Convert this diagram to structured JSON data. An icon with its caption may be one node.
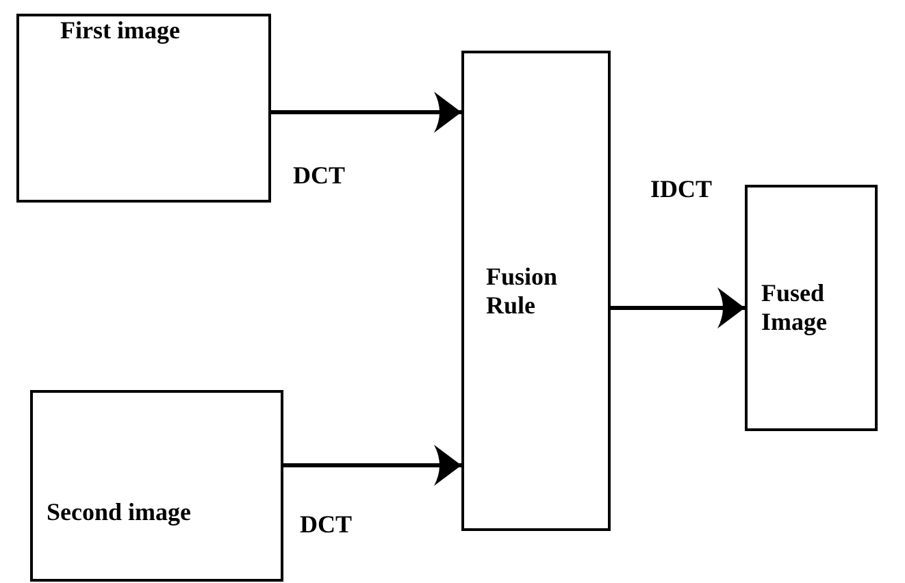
{
  "diagram": {
    "nodes": [
      {
        "text": [
          "First image"
        ]
      },
      {
        "text": [
          "Second image"
        ]
      },
      {
        "text": [
          "Fusion Rule"
        ]
      },
      {
        "text": [
          "Fused Image"
        ]
      }
    ],
    "edges": [
      {
        "from": 0,
        "to": 2,
        "arrow": "to",
        "label": "DCT"
      },
      {
        "from": 1,
        "to": 2,
        "arrow": "to",
        "label": "DCT"
      },
      {
        "from": 2,
        "to": 3,
        "arrow": "to",
        "label": "IDCT"
      }
    ]
  }
}
